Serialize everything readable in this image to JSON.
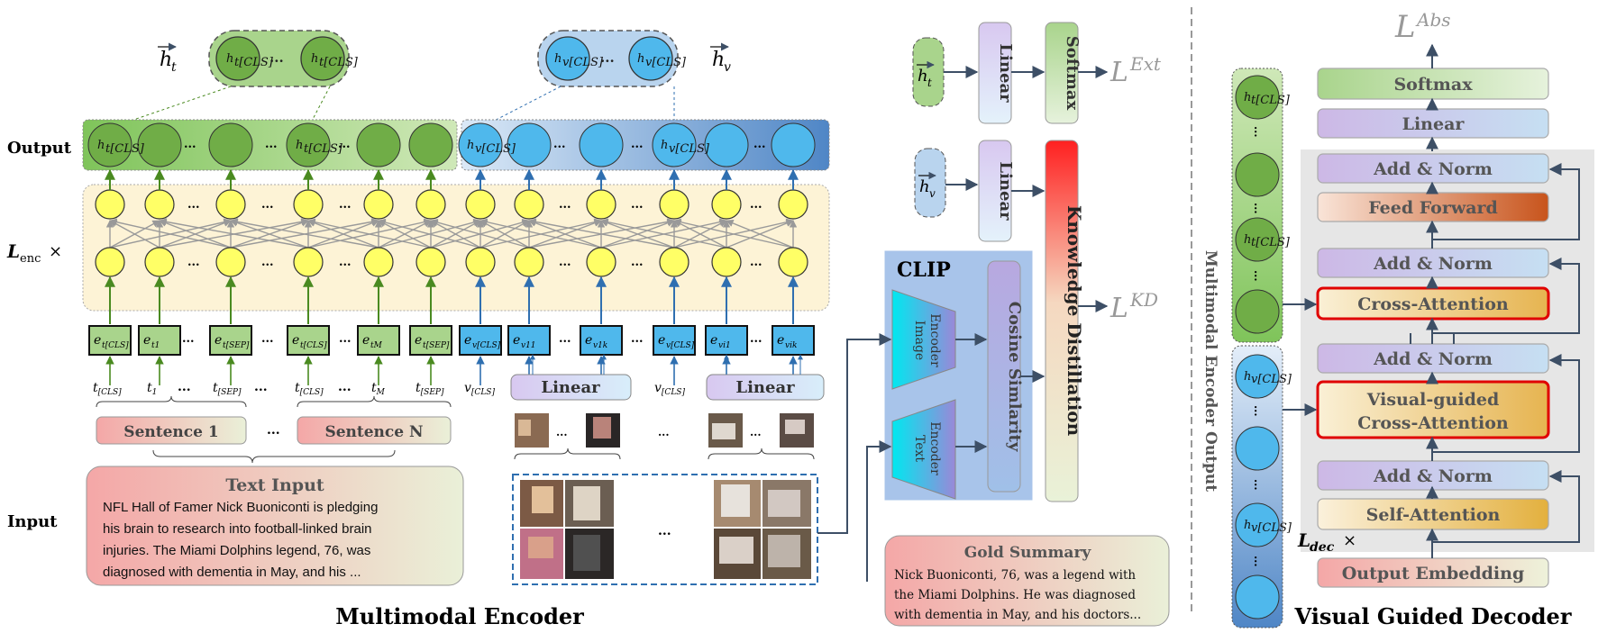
{
  "encoder": {
    "output_label": "Output",
    "layers_label": "L",
    "layers_sub": "enc",
    "layers_times": "×",
    "input_label": "Input",
    "title": "Multimodal Encoder",
    "ellipsis": "...",
    "ht_vec": "h",
    "ht_sub": "t",
    "hv_sub": "v",
    "h_cls_text": "h",
    "t_sub": "t",
    "v_sub": "v",
    "cls": "[CLS]",
    "text_tokens": [
      "t[CLS]",
      "t1",
      "t[SEP]",
      "t[CLS]",
      "tM",
      "t[SEP]"
    ],
    "text_emb": [
      "e",
      "e",
      "e",
      "e",
      "e",
      "e"
    ],
    "text_emb_subs": [
      "t[CLS]",
      "t1",
      "t[SEP]",
      "t[CLS]",
      "tM",
      "t[SEP]"
    ],
    "vis_tokens": [
      "v[CLS]",
      "v[CLS]"
    ],
    "vis_emb_subs": [
      "v[CLS]",
      "v11",
      "v1k",
      "v[CLS]",
      "vi1",
      "vik"
    ],
    "sentence_1": "Sentence 1",
    "sentence_n": "Sentence N",
    "linear": "Linear",
    "text_input_title": "Text Input",
    "text_input_lines": [
      "NFL Hall of Famer Nick Buoniconti is pledging",
      "his brain to research into football-linked brain",
      "injuries. The Miami Dolphins legend, 76, was",
      "diagnosed with dementia in May, and his  ..."
    ]
  },
  "clip": {
    "title": "CLIP",
    "image_encoder": [
      "Image",
      "Encoder"
    ],
    "text_encoder": [
      "Text",
      "Encoder"
    ],
    "cosine": "Cosine Simlarity",
    "kd": "Knowledge Distillation",
    "linear": "Linear",
    "softmax": "Softmax",
    "loss_ext": "Ext",
    "loss_kd": "KD",
    "loss_symbol": "L"
  },
  "gold": {
    "title": "Gold Summary",
    "lines": [
      "Nick Buoniconti, 76, was a legend with",
      "the Miami Dolphins. He was diagnosed",
      "with dementia in May, and his doctors..."
    ]
  },
  "decoder": {
    "title": "Visual Guided Decoder",
    "side_label": "Multimodal Encoder Output",
    "loss_abs": "Abs",
    "softmax": "Softmax",
    "linear": "Linear",
    "add_norm": "Add & Norm",
    "feed_forward": "Feed Forward",
    "cross_attention": "Cross-Attention",
    "visual_cross_1": "Visual-guided",
    "visual_cross_2": "Cross-Attention",
    "self_attention": "Self-Attention",
    "output_embedding": "Output Embedding",
    "ldec": "L",
    "ldec_sub": "dec",
    "times": "×"
  },
  "colors": {
    "green": "#70ad47",
    "blue": "#4fb8ec",
    "yellow": "#ffff66",
    "red_border": "#e00000"
  }
}
